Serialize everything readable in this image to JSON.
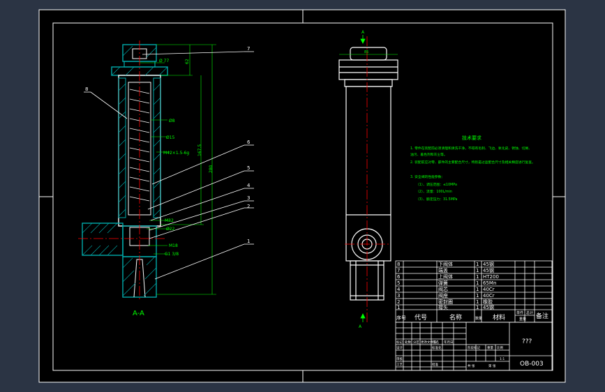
{
  "colors": {
    "background": "#2b3444",
    "sheet": "#000000",
    "lines": "#ffffff",
    "dimension": "#00ff00",
    "centerline": "#ff0000",
    "part": "#00aaaa",
    "notes": "#00ff00"
  },
  "drawing": {
    "section_label": "A-A",
    "section_mark": "A",
    "balloons": [
      "7",
      "8",
      "6",
      "5",
      "4",
      "3",
      "2",
      "1"
    ],
    "dimensions": {
      "top_width": "Ø 77",
      "height_62": "62",
      "dia_8": "Ø8",
      "dia_15": "Ø15",
      "thread_m42": "M42×1.5-6g",
      "length_167": "167.5",
      "length_280": "280",
      "thread_m32": "M32",
      "dia_22": "Ø22",
      "thread_m18": "M18",
      "thread_g": "G1 3/8",
      "side_width": "85"
    }
  },
  "notes": {
    "title": "技术要求",
    "lines": [
      "1. 零件在装配前必须清理和清洗干净，不得有毛刺、飞边、氧化皮、锈蚀、切屑、",
      "油污、着色剂和灰尘等。",
      "2. 装配前应对零、部件的主要配合尺寸，特别是过盈配合尺寸及相关精度进行复查。",
      "3. 安全阀的性能参数：",
      "（1）、调压范围：≤10MPa",
      "（2）、流量：100L/min",
      "（3）、额定压力：31.5MPa"
    ]
  },
  "bom": {
    "rows": [
      {
        "no": "8",
        "name": "下阀体",
        "qty": "1",
        "material": "45钢"
      },
      {
        "no": "7",
        "name": "端盖",
        "qty": "1",
        "material": "45钢"
      },
      {
        "no": "6",
        "name": "上阀体",
        "qty": "1",
        "material": "HT200"
      },
      {
        "no": "5",
        "name": "弹簧",
        "qty": "1",
        "material": "65Mn"
      },
      {
        "no": "4",
        "name": "阀芯",
        "qty": "1",
        "material": "40Cr"
      },
      {
        "no": "3",
        "name": "阀座",
        "qty": "1",
        "material": "40Cr"
      },
      {
        "no": "2",
        "name": "密封圈",
        "qty": "1",
        "material": "橡胶"
      },
      {
        "no": "1",
        "name": "接头",
        "qty": "1",
        "material": "45钢"
      }
    ],
    "header": {
      "no": "序号",
      "code": "代号",
      "name": "名称",
      "qty": "数量",
      "material": "材料",
      "unit_weight": "单件",
      "total_weight": "总计",
      "weight": "重量",
      "remark": "备注"
    }
  },
  "title_block": {
    "title": "???",
    "drawing_no": "OB-003",
    "labels": {
      "mark": "标记",
      "zones": "处数",
      "division": "分区",
      "change_doc": "更改文件号",
      "signature": "签名",
      "date": "年月日",
      "design": "设计",
      "standardization": "标准化",
      "review": "审核",
      "process": "工艺",
      "approve": "批准",
      "stage_mark": "阶段标记",
      "weight": "重量",
      "scale": "比例",
      "scale_value": "1:1",
      "sheets": "共 张",
      "sheet": "第 张"
    }
  }
}
